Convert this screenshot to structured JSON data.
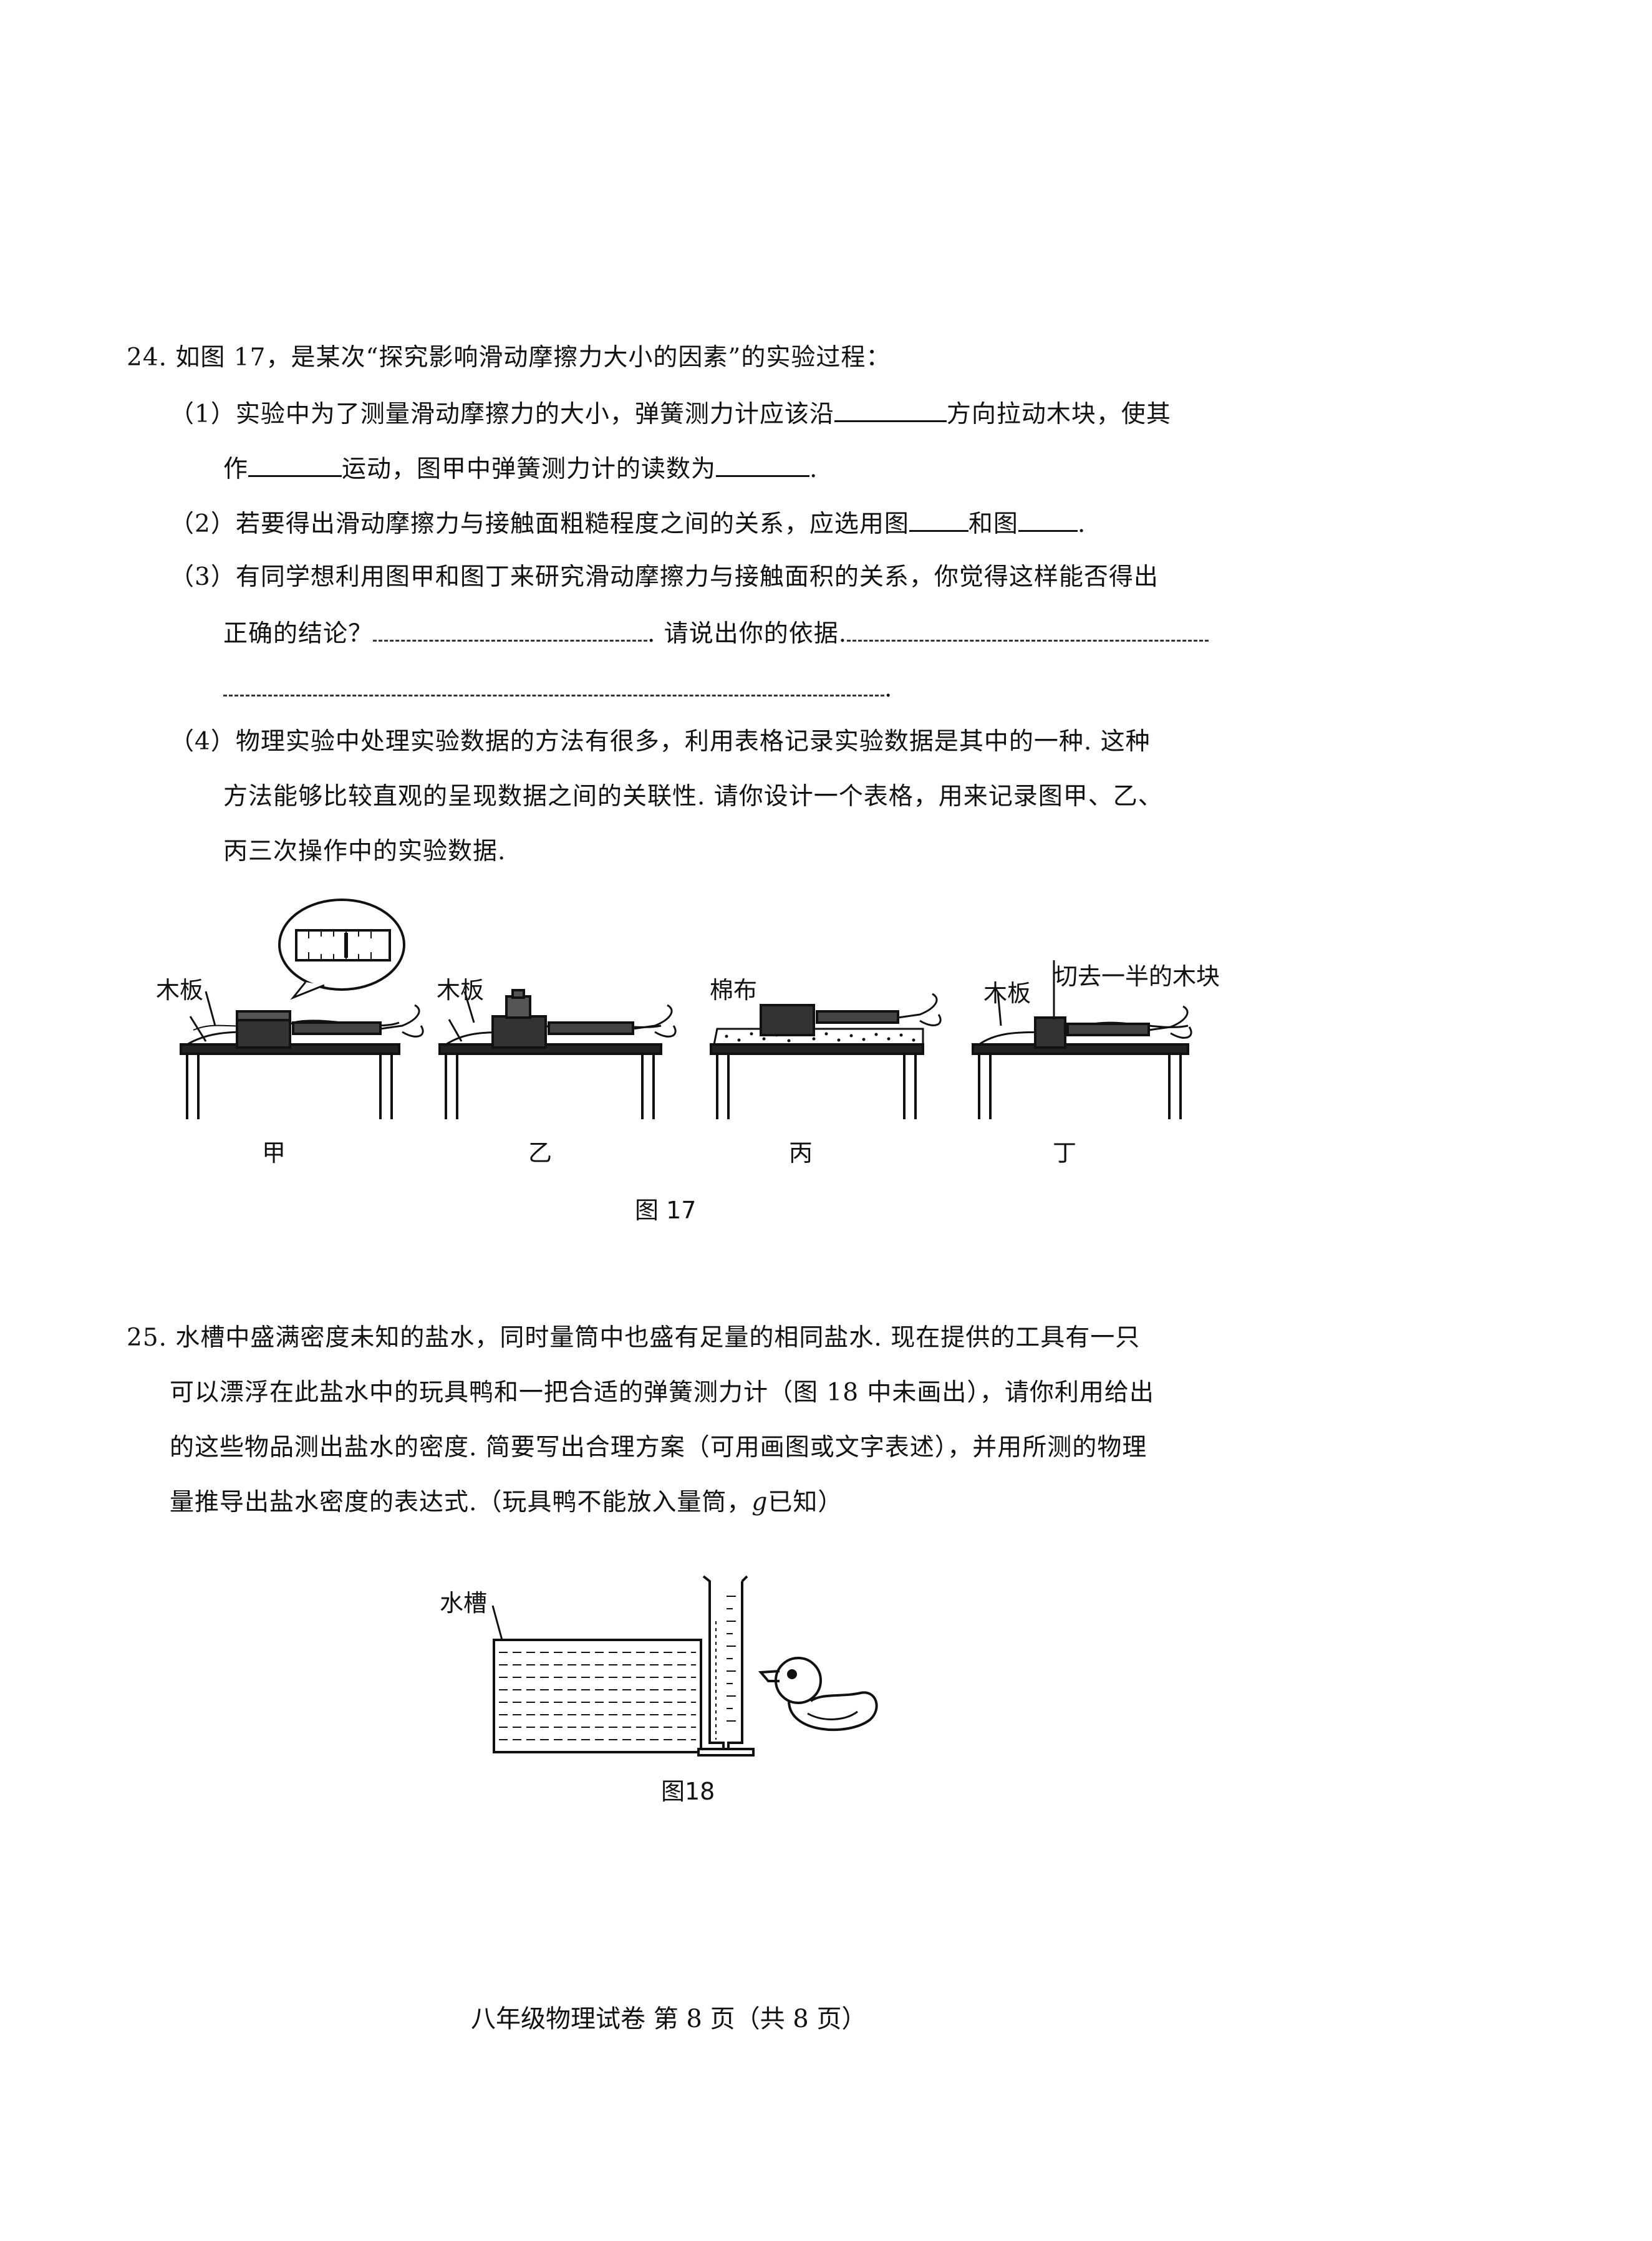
{
  "q24": {
    "stem": "24. 如图 17，是某次“探究影响滑动摩擦力大小的因素”的实验过程：",
    "p1a": "（1）实验中为了测量滑动摩擦力的大小，弹簧测力计应该沿",
    "p1b": "方向拉动木块，使其",
    "p1c": "作",
    "p1d": "运动，图甲中弹簧测力计的读数为",
    "p1e": ".",
    "p2a": "（2）若要得出滑动摩擦力与接触面粗糙程度之间的关系，应选用图",
    "p2b": "和图",
    "p2c": ".",
    "p3a": "（3）有同学想利用图甲和图丁来研究滑动摩擦力与接触面积的关系，你觉得这样能否得出",
    "p3b": "正确的结论？",
    "p3c": ". 请说出你的依据.",
    "p3d": ".",
    "p4a": "（4）物理实验中处理实验数据的方法有很多，利用表格记录实验数据是其中的一种. 这种",
    "p4b": "方法能够比较直观的呈现数据之间的关联性. 请你设计一个表格，用来记录图甲、乙、",
    "p4c": "丙三次操作中的实验数据."
  },
  "fig17": {
    "panels": [
      {
        "surface_label": "木板",
        "caption": "甲"
      },
      {
        "surface_label": "木板",
        "caption": "乙"
      },
      {
        "surface_label": "棉布",
        "caption": "丙"
      },
      {
        "surface_label": "木板",
        "extra_label": "切去一半的木块",
        "caption": "丁"
      }
    ],
    "caption": "图 17"
  },
  "q25": {
    "l1": "25. 水槽中盛满密度未知的盐水，同时量筒中也盛有足量的相同盐水. 现在提供的工具有一只",
    "l2": "可以漂浮在此盐水中的玩具鸭和一把合适的弹簧测力计（图 18 中未画出），请你利用给出",
    "l3": "的这些物品测出盐水的密度. 简要写出合理方案（可用画图或文字表述），并用所测的物理",
    "l4a": "量推导出盐水密度的表达式.（玩具鸭不能放入量筒，",
    "l4g": "g",
    "l4b": "已知）"
  },
  "fig18": {
    "tank_label": "水槽",
    "caption": "图18"
  },
  "footer": "八年级物理试卷  第 8 页（共 8 页）"
}
